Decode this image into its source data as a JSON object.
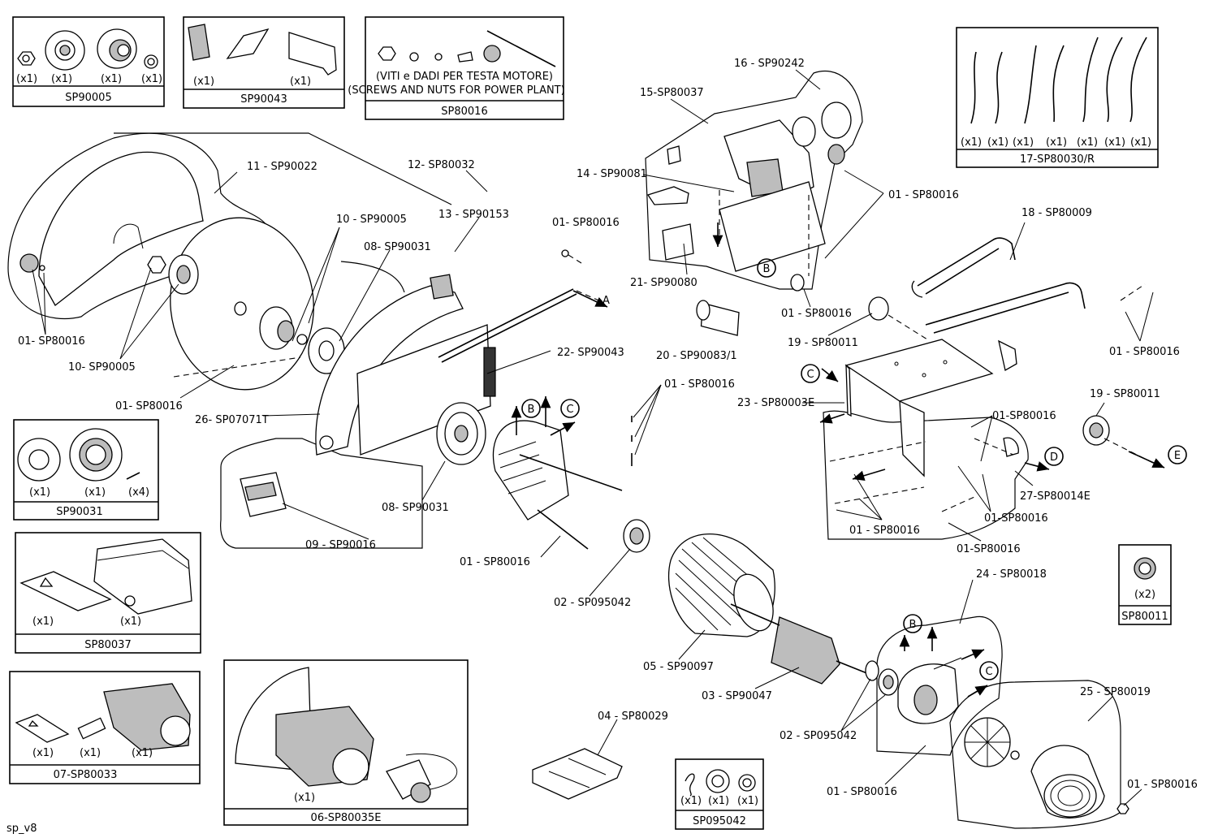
{
  "boxes": {
    "sp90005": {
      "qty": [
        "(x1)",
        "(x1)",
        "(x1)",
        "(x1)"
      ],
      "code": "SP90005"
    },
    "sp90043": {
      "qty": [
        "(x1)",
        "(x1)"
      ],
      "code": "SP90043"
    },
    "sp80016": {
      "note_line1": "(VITI e DADI PER TESTA MOTORE)",
      "note_line2": "(SCREWS AND NUTS FOR POWER PLANT)",
      "code": "SP80016"
    },
    "sp80030": {
      "qty": [
        "(x1)",
        "(x1)",
        "(x1)",
        "(x1)",
        "(x1)",
        "(x1)",
        "(x1)"
      ],
      "code": "17-SP80030/R"
    },
    "sp90031": {
      "qty": [
        "(x1)",
        "(x1)",
        "(x4)"
      ],
      "code": "SP90031"
    },
    "sp80037": {
      "qty": [
        "(x1)",
        "(x1)"
      ],
      "code": "SP80037"
    },
    "sp80033": {
      "qty": [
        "(x1)",
        "(x1)",
        "(x1)"
      ],
      "code": "07-SP80033"
    },
    "sp80035e": {
      "qty": [
        "(x1)"
      ],
      "code": "06-SP80035E"
    },
    "sp095042": {
      "qty": [
        "(x1)",
        "(x1)",
        "(x1)"
      ],
      "code": "SP095042"
    },
    "sp80011": {
      "qty": [
        "(x2)"
      ],
      "code": "SP80011"
    }
  },
  "labels": {
    "l16": "16 - SP90242",
    "l15": "15-SP80037",
    "l14": "14 - SP90081",
    "l01_top": "01 - SP80016",
    "l21": "21- SP90080",
    "l01_b": "01 - SP80016",
    "l20": "20 - SP90083/1",
    "l19a": "19 - SP80011",
    "l18": "18 - SP80009",
    "l01_right": "01 - SP80016",
    "l19b": "19 - SP80011",
    "l23": "23 - SP80003E",
    "l01_mid_r": "01-SP80016",
    "l27": "27-SP80014E",
    "l01_r2": "01-SP80016",
    "l01_r3": "01-SP80016",
    "l01_r4": "01 - SP80016",
    "l11": "11 - SP90022",
    "l12": "12- SP80032",
    "l13": "13 - SP90153",
    "l01_sh": "01- SP80016",
    "l10a": "10 - SP90005",
    "l08a": "08- SP90031",
    "l01_left": "01- SP80016",
    "l10b": "10- SP90005",
    "l22": "22- SP90043",
    "l01_mid": "01 - SP80016",
    "l01_blade": "01- SP80016",
    "l26": "26- SP07071T",
    "l08b": "08- SP90031",
    "l09": "09 - SP90016",
    "l01_bottom": "01 - SP80016",
    "l02a": "02 - SP095042",
    "l05": "05 - SP90097",
    "l03": "03 - SP90047",
    "l24": "24 - SP80018",
    "l02b": "02 - SP095042",
    "l25": "25 - SP80019",
    "l01_fan": "01 - SP80016",
    "l01_cap": "01 - SP80016",
    "l04": "04 - SP80029",
    "arrow_a": "A",
    "arrow_e": "E",
    "footer": "sp_v8"
  },
  "markers": [
    "B",
    "C",
    "B",
    "C",
    "D",
    "B",
    "C"
  ]
}
